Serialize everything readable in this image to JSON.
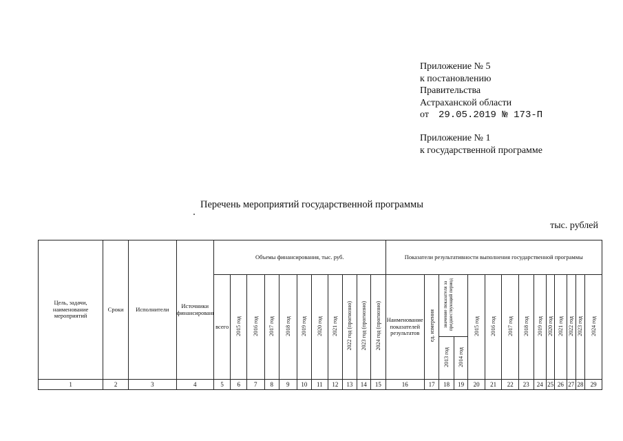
{
  "appendix5": {
    "line1": "Приложение № 5",
    "line2": "к постановлению",
    "line3": "Правительства",
    "line4": "Астраханской области",
    "from_label": "от",
    "date_number": "29.05.2019 № 173-П"
  },
  "appendix1": {
    "line1": "Приложение № 1",
    "line2": "к государственной программе"
  },
  "title": "Перечень мероприятий государственной программы",
  "units": "тыс. рублей",
  "table": {
    "col_goal": "Цель, задачи, наименование мероприятий",
    "col_terms": "Сроки",
    "col_executors": "Исполнители",
    "col_sources": "Источники финансирования",
    "group_funding": "Объемы финансирования, тыс. руб.",
    "group_indicators": "Показатели результативности выполнения государственной программы",
    "funding_total": "всего",
    "funding_years": [
      "2015 год",
      "2016 год",
      "2017 год",
      "2018 год",
      "2019 год",
      "2020 год",
      "2021 год",
      "2022 год (прогнозно)",
      "2023 год (прогнозно)",
      "2024 год (прогнозно)"
    ],
    "ind_name": "Наименование показателей результатов",
    "ind_unit": "ед. измерения",
    "ind_prev": "значение показателя за предшествующий период",
    "ind_prev_years": [
      "2013 год",
      "2014 год"
    ],
    "ind_years": [
      "2015 год",
      "2016 год",
      "2017 год",
      "2018 год",
      "2019 год",
      "2020 год",
      "2021 год",
      "2022 год",
      "2023 год",
      "2024 год"
    ],
    "numbers": [
      "1",
      "2",
      "3",
      "4",
      "5",
      "6",
      "7",
      "8",
      "9",
      "10",
      "11",
      "12",
      "13",
      "14",
      "15",
      "16",
      "17",
      "18",
      "19",
      "20",
      "21",
      "22",
      "23",
      "24",
      "25",
      "26",
      "27",
      "28",
      "29"
    ]
  }
}
